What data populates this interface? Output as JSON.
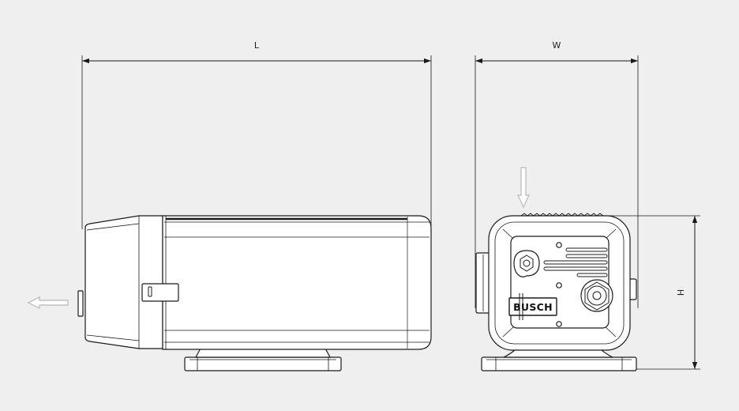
{
  "dimensions": {
    "length_label": "L",
    "width_label": "W",
    "height_label": "H"
  },
  "logo": {
    "text": "BUSCH"
  },
  "colors": {
    "background": "#efefef",
    "line": "#1a1a1a",
    "body_fill": "#ffffff",
    "flow_arrow": "#b8b8b8"
  },
  "icons": {
    "inlet_arrow": "arrow-down-icon",
    "outlet_arrow": "arrow-left-icon"
  }
}
